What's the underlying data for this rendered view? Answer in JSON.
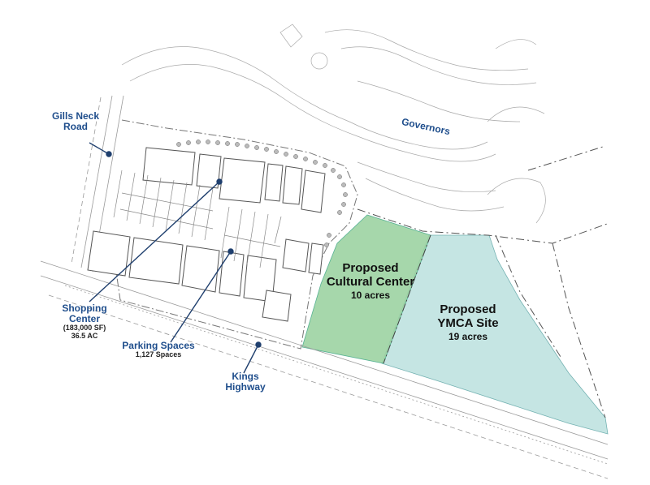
{
  "labels": {
    "gills_neck_road": "Gills Neck Road",
    "governors": "Governors",
    "shopping_center": {
      "title": "Shopping Center",
      "area_sf": "(183,000 SF)",
      "acres": "36.5 AC"
    },
    "parking": {
      "title": "Parking Spaces",
      "count": "1,127 Spaces"
    },
    "kings_highway": "Kings Highway",
    "cultural_center": {
      "title": "Proposed Cultural Center",
      "acres": "10 acres"
    },
    "ymca": {
      "title": "Proposed YMCA Site",
      "acres": "19 acres"
    }
  },
  "colors": {
    "callout_text": "#1f4e8c",
    "callout_line": "#1f3f6e",
    "cultural_fill": "#9dd3a3",
    "ymca_fill": "#bfe3e1",
    "linework": "#9a9a9a"
  },
  "icons": [
    "callout-dot-icon"
  ]
}
